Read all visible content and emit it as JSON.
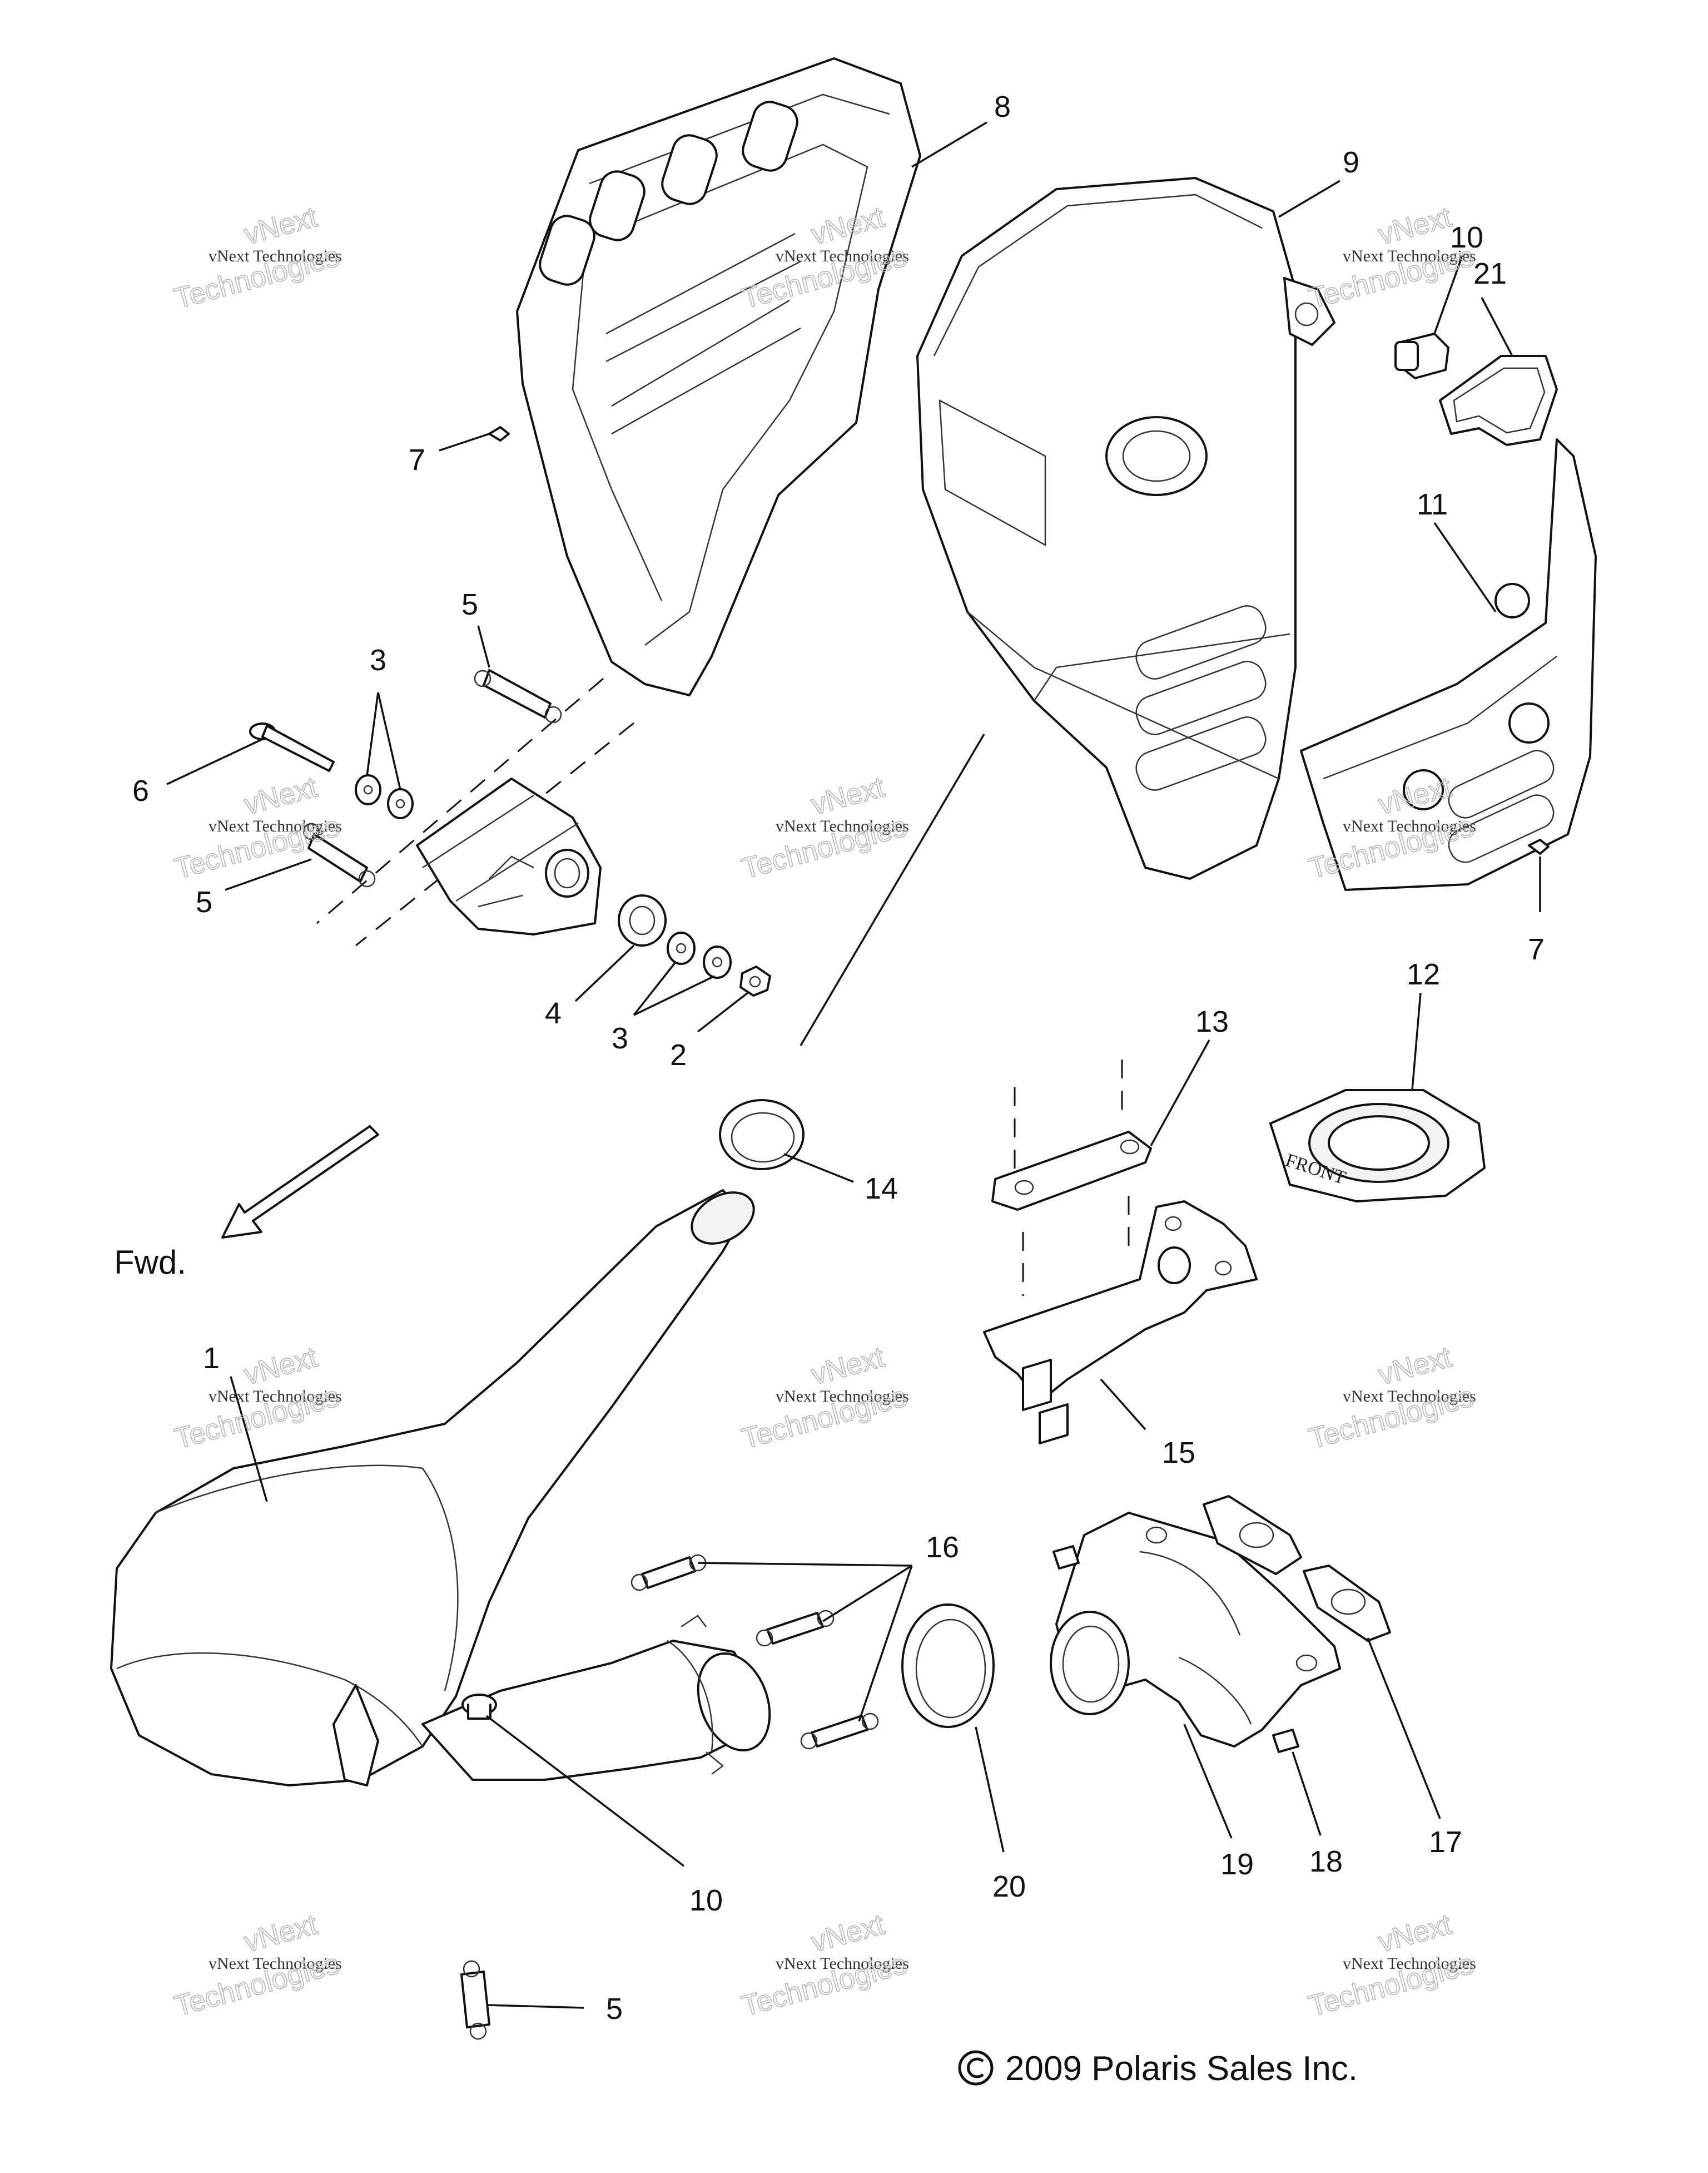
{
  "diagram": {
    "callouts": [
      {
        "id": "c8",
        "label": "8"
      },
      {
        "id": "c9",
        "label": "9"
      },
      {
        "id": "c10a",
        "label": "10"
      },
      {
        "id": "c21",
        "label": "21"
      },
      {
        "id": "c7a",
        "label": "7"
      },
      {
        "id": "c11",
        "label": "11"
      },
      {
        "id": "c5a",
        "label": "5"
      },
      {
        "id": "c3a",
        "label": "3"
      },
      {
        "id": "c6",
        "label": "6"
      },
      {
        "id": "c5b",
        "label": "5"
      },
      {
        "id": "c7b",
        "label": "7"
      },
      {
        "id": "c4",
        "label": "4"
      },
      {
        "id": "c3b",
        "label": "3"
      },
      {
        "id": "c2",
        "label": "2"
      },
      {
        "id": "c12",
        "label": "12"
      },
      {
        "id": "c13",
        "label": "13"
      },
      {
        "id": "c14",
        "label": "14"
      },
      {
        "id": "c1",
        "label": "1"
      },
      {
        "id": "c15",
        "label": "15"
      },
      {
        "id": "c16",
        "label": "16"
      },
      {
        "id": "c17",
        "label": "17"
      },
      {
        "id": "c18",
        "label": "18"
      },
      {
        "id": "c19",
        "label": "19"
      },
      {
        "id": "c20",
        "label": "20"
      },
      {
        "id": "c10b",
        "label": "10"
      },
      {
        "id": "c5c",
        "label": "5"
      }
    ],
    "direction_label": "Fwd.",
    "part_marking": "FRONT",
    "copyright": "2009 Polaris Sales Inc."
  },
  "watermark": {
    "line1": "vNext Technologies",
    "line2": "vNext",
    "line3": "Technologies"
  }
}
